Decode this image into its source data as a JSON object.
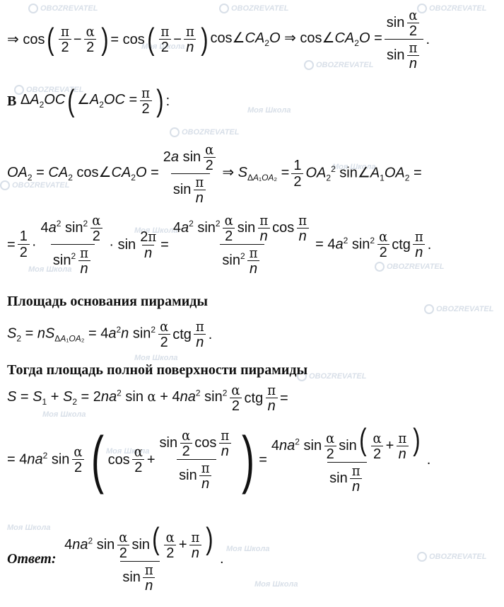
{
  "lines": {
    "l1": "⇒ cos(π/2 − α/2) = cos(π/2 − π/n) cos∠CA₂O ⇒ cos∠CA₂O = sin(α/2) / sin(π/n).",
    "l2": "В ΔA₂OC (∠A₂OC = π/2):",
    "l3": "OA₂ = CA₂ cos∠CA₂O = 2a sin(α/2) / sin(π/n) ⇒ S_ΔA₁OA₂ = 1/2 OA₂² sin∠A₁OA₂ =",
    "l4": "= 1/2 · 4a² sin²(α/2) / sin²(π/n) · sin(2π/n) = 4a² sin²(α/2) sin(π/n) cos(π/n) / sin²(π/n) = 4a² sin²(α/2) ctg(π/n).",
    "l5": "Площадь основания пирамиды",
    "l6": "S₂ = nS_ΔA₁OA₂ = 4a²n sin²(α/2) ctg(π/n).",
    "l7": "Тогда площадь полной поверхности пирамиды",
    "l8": "S = S₁ + S₂ = 2na² sin α + 4na² sin²(α/2) ctg(π/n) =",
    "l9": "= 4na² sin(α/2) (cos(α/2) + sin(α/2)cos(π/n)/sin(π/n)) = 4na² sin(α/2) sin(α/2 + π/n) / sin(π/n).",
    "answer_label": "Ответ:",
    "answer": "4na² sin(α/2) sin(α/2 + π/n) / sin(π/n)."
  },
  "watermark": {
    "site1": "Моя Школа",
    "site2": "OBOZREVATEL",
    "color": "#b9c6d6"
  }
}
